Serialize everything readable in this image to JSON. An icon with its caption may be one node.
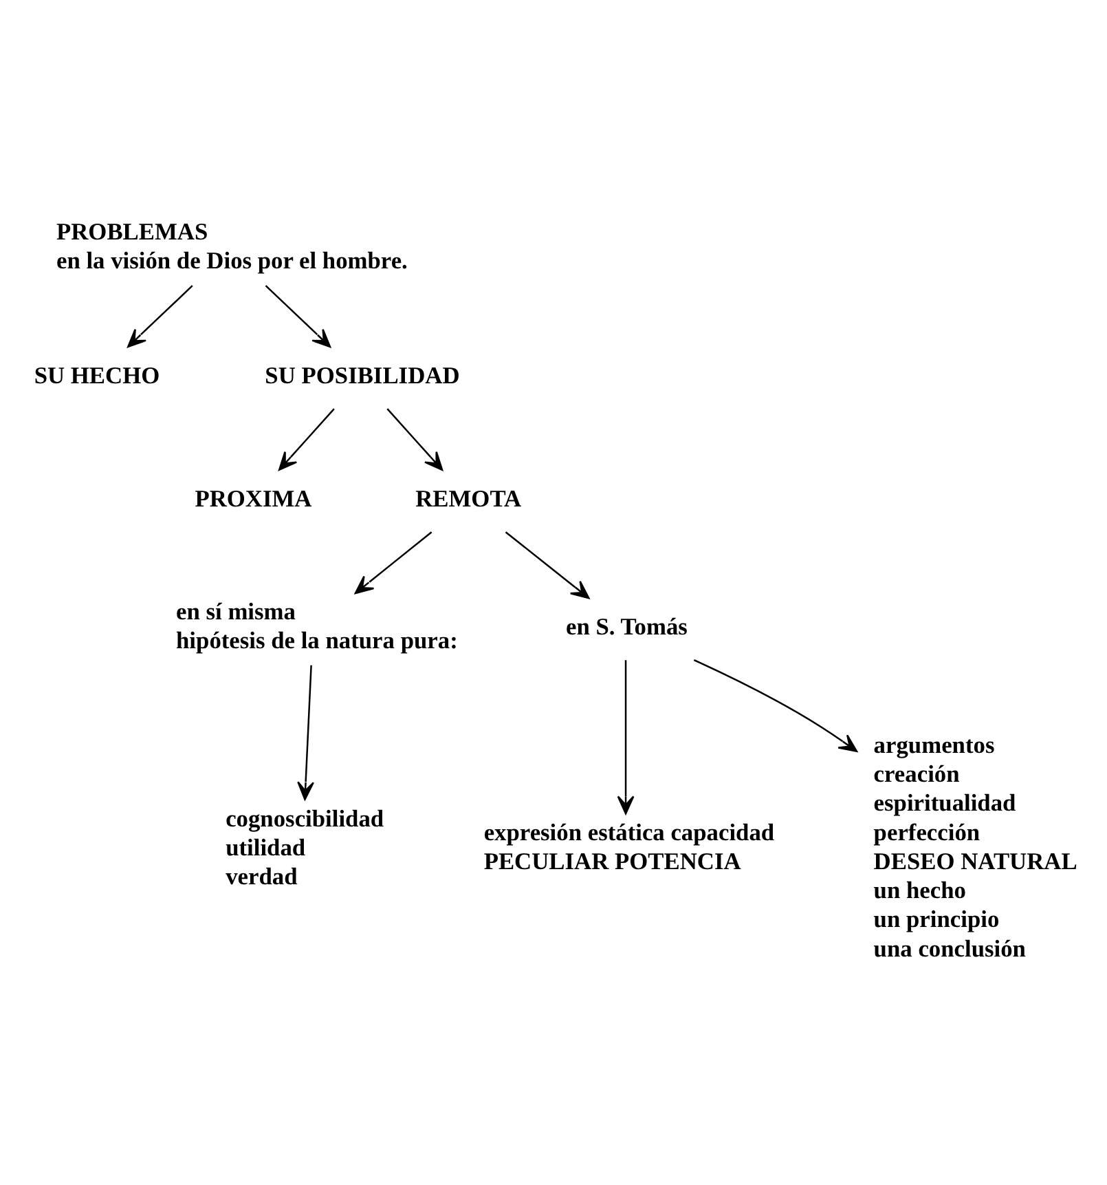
{
  "diagram": {
    "nodes": [
      {
        "text": [
          "PROBLEMAS",
          "en la visión de Dios por el hombre."
        ]
      },
      {
        "text": [
          "SU HECHO"
        ]
      },
      {
        "text": [
          "SU POSIBILIDAD"
        ]
      },
      {
        "text": [
          "PROXIMA"
        ]
      },
      {
        "text": [
          "REMOTA"
        ]
      },
      {
        "text": [
          "en sí misma",
          "hipótesis de la natura pura:"
        ]
      },
      {
        "text": [
          "en S. Tomás"
        ]
      },
      {
        "text": [
          "cognoscibilidad",
          "utilidad",
          "verdad"
        ]
      },
      {
        "text": [
          "expresión estática capacidad",
          "PECULIAR POTENCIA"
        ]
      },
      {
        "text": [
          "argumentos",
          "creación",
          "espiritualidad",
          "perfección",
          "DESEO NATURAL",
          "un hecho",
          "un principio",
          "una conclusión"
        ]
      }
    ],
    "edges": [
      {
        "from": 0,
        "to": 1,
        "arrow": "to"
      },
      {
        "from": 0,
        "to": 2,
        "arrow": "to"
      },
      {
        "from": 2,
        "to": 3,
        "arrow": "to"
      },
      {
        "from": 2,
        "to": 4,
        "arrow": "to"
      },
      {
        "from": 4,
        "to": 5,
        "arrow": "to"
      },
      {
        "from": 4,
        "to": 6,
        "arrow": "to"
      },
      {
        "from": 5,
        "to": 7,
        "arrow": "to"
      },
      {
        "from": 6,
        "to": 8,
        "arrow": "to"
      },
      {
        "from": 6,
        "to": 9,
        "arrow": "to"
      }
    ]
  }
}
